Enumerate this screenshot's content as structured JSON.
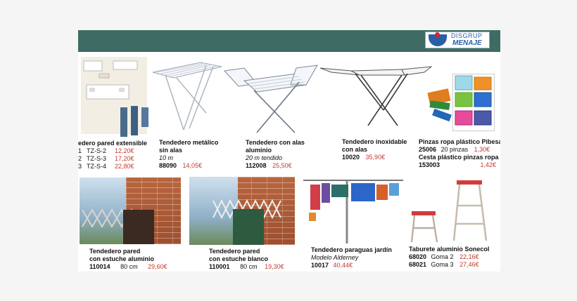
{
  "brand": {
    "line1": "DISGRUP",
    "line2": "MENAJE"
  },
  "products": {
    "p1": {
      "title": "edero pared extensible",
      "rows": [
        {
          "prefix": "1",
          "code": "TZ-S-2",
          "price": "12,20€"
        },
        {
          "prefix": "2",
          "code": "TZ-S-3",
          "price": "17,20€"
        },
        {
          "prefix": "3",
          "code": "TZ-S-4",
          "price": "22,80€"
        }
      ]
    },
    "p2": {
      "title_l1": "Tendedero metálico",
      "title_l2": "sin alas",
      "spec": "10 m",
      "code": "88090",
      "price": "14,05€"
    },
    "p3": {
      "title_l1": "Tendedero con alas",
      "title_l2": "aluminio",
      "spec": "20 m tendido",
      "code": "112008",
      "price": "25,50€"
    },
    "p4": {
      "title_l1": "Tendedero inoxidable",
      "title_l2": "con alas",
      "code": "10020",
      "price": "35,90€"
    },
    "p5": {
      "title": "Pinzas ropa plástico Pibesa",
      "code": "25006",
      "detail": "20 pinzas",
      "price": "1,30€",
      "title2": "Cesta plástico pinzas ropa",
      "code2": "153003",
      "price2": "1,42€"
    },
    "p6": {
      "title_l1": "Tendedero pared",
      "title_l2": "con estuche aluminio",
      "code": "110014",
      "size": "80 cm",
      "price": "29,60€"
    },
    "p7": {
      "title_l1": "Tendedero pared",
      "title_l2": "con estuche blanco",
      "code": "110001",
      "size": "80 cm",
      "price": "19,30€"
    },
    "p8": {
      "title": "Tendedero paraguas jardín",
      "model": "Modelo Alderney",
      "code": "10017",
      "price": "40,44€"
    },
    "p9": {
      "title": "Taburete aluminio Sonecol",
      "rows": [
        {
          "code": "68020",
          "detail": "Goma 2",
          "price": "22,16€"
        },
        {
          "code": "68021",
          "detail": "Goma 3",
          "price": "27,46€"
        }
      ]
    }
  }
}
